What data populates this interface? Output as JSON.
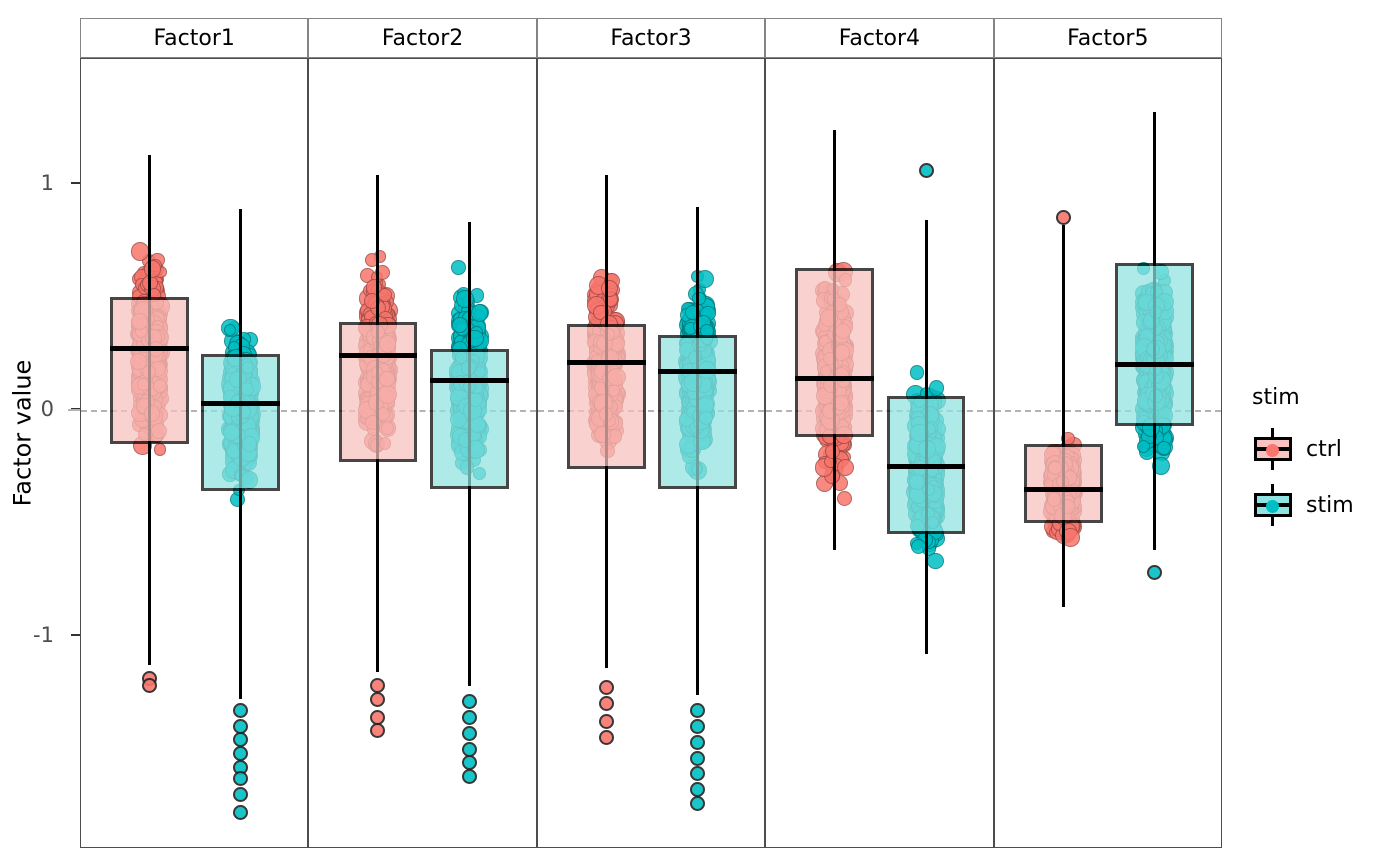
{
  "axis": {
    "ylabel": "Factor value",
    "yticks": [
      {
        "label": "1",
        "value": 1
      },
      {
        "label": "0",
        "value": 0
      },
      {
        "label": "-1",
        "value": -1
      }
    ]
  },
  "legend": {
    "title": "stim",
    "items": [
      {
        "label": "ctrl",
        "fill": "#F8C2BE",
        "point": "#F8766D"
      },
      {
        "label": "stim",
        "fill": "#8FE3E0",
        "point": "#00BFC4"
      }
    ]
  },
  "colors": {
    "ctrl_fill": "#F8C2BE",
    "ctrl_point": "#F8766D",
    "stim_fill": "#8FE3E0",
    "stim_point": "#00BFC4",
    "outline": "#000000",
    "zero_line": "#B3B3B3",
    "panel_border": "#4D4D4D",
    "strip_border": "#848484"
  },
  "chart_data": {
    "type": "box",
    "title": "",
    "xlabel": "",
    "ylabel": "Factor value",
    "ylim": [
      -1.9,
      1.45
    ],
    "yticks": [
      -1,
      0,
      1
    ],
    "grid": false,
    "legend_position": "right",
    "legend_title": "stim",
    "groups": [
      "ctrl",
      "stim"
    ],
    "facets": [
      "Factor1",
      "Factor2",
      "Factor3",
      "Factor4",
      "Factor5"
    ],
    "reference_line": 0,
    "series": [
      {
        "facet": "Factor1",
        "boxes": [
          {
            "group": "ctrl",
            "min": -1.13,
            "q1": -0.15,
            "median": 0.27,
            "q3": 0.5,
            "max": 1.13,
            "outliers": [
              -1.19,
              -1.22
            ]
          },
          {
            "group": "stim",
            "min": -1.28,
            "q1": -0.36,
            "median": 0.03,
            "q3": 0.25,
            "max": 0.89,
            "outliers": [
              -1.33,
              -1.4,
              -1.46,
              -1.52,
              -1.58,
              -1.63,
              -1.7,
              -1.78
            ]
          }
        ]
      },
      {
        "facet": "Factor2",
        "boxes": [
          {
            "group": "ctrl",
            "min": -1.16,
            "q1": -0.23,
            "median": 0.24,
            "q3": 0.39,
            "max": 1.04,
            "outliers": [
              -1.22,
              -1.28,
              -1.36,
              -1.42
            ]
          },
          {
            "group": "stim",
            "min": -1.22,
            "q1": -0.35,
            "median": 0.13,
            "q3": 0.27,
            "max": 0.83,
            "outliers": [
              -1.29,
              -1.36,
              -1.43,
              -1.5,
              -1.56,
              -1.62
            ]
          }
        ]
      },
      {
        "facet": "Factor3",
        "boxes": [
          {
            "group": "ctrl",
            "min": -1.14,
            "q1": -0.26,
            "median": 0.21,
            "q3": 0.38,
            "max": 1.04,
            "outliers": [
              -1.23,
              -1.3,
              -1.38,
              -1.45
            ]
          },
          {
            "group": "stim",
            "min": -1.26,
            "q1": -0.35,
            "median": 0.17,
            "q3": 0.33,
            "max": 0.9,
            "outliers": [
              -1.33,
              -1.4,
              -1.47,
              -1.54,
              -1.61,
              -1.68,
              -1.74
            ]
          }
        ]
      },
      {
        "facet": "Factor4",
        "boxes": [
          {
            "group": "ctrl",
            "min": -0.62,
            "q1": -0.12,
            "median": 0.14,
            "q3": 0.63,
            "max": 1.24,
            "outliers": []
          },
          {
            "group": "stim",
            "min": -1.08,
            "q1": -0.55,
            "median": -0.25,
            "q3": 0.06,
            "max": 0.84,
            "outliers": [
              1.06
            ]
          }
        ]
      },
      {
        "facet": "Factor5",
        "boxes": [
          {
            "group": "ctrl",
            "min": -0.87,
            "q1": -0.5,
            "median": -0.35,
            "q3": -0.15,
            "max": 0.82,
            "outliers": [
              0.85
            ]
          },
          {
            "group": "stim",
            "min": -0.62,
            "q1": -0.07,
            "median": 0.2,
            "q3": 0.65,
            "max": 1.32,
            "outliers": [
              -0.72
            ]
          }
        ]
      }
    ]
  }
}
